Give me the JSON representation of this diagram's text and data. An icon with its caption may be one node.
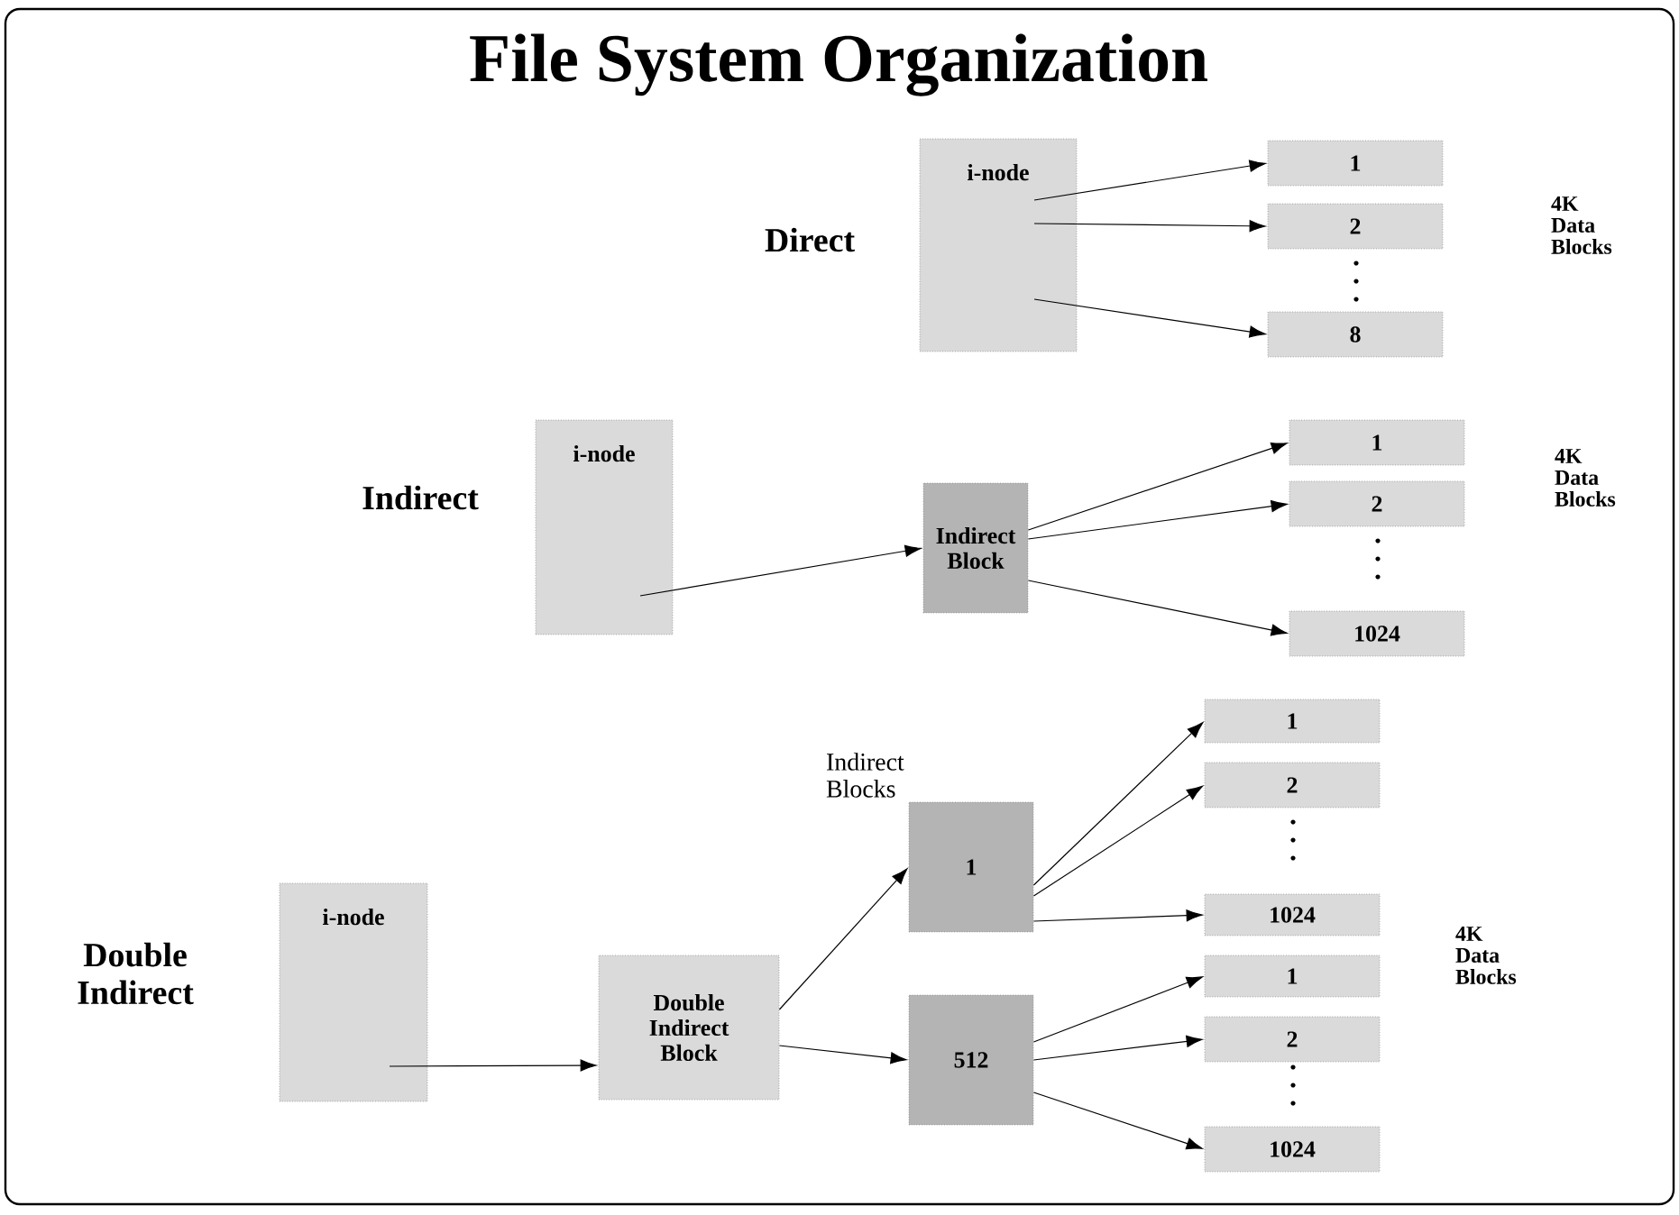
{
  "diagram": {
    "title": "File System Organization",
    "nodes": [
      {
        "text": [
          "i-node"
        ]
      },
      {
        "text": [
          "1"
        ]
      },
      {
        "text": [
          "2"
        ]
      },
      {
        "text": [
          "8"
        ]
      },
      {
        "text": [
          "i-node"
        ]
      },
      {
        "text": [
          "Indirect Block"
        ]
      },
      {
        "text": [
          "1"
        ]
      },
      {
        "text": [
          "2"
        ]
      },
      {
        "text": [
          "1024"
        ]
      },
      {
        "text": [
          "i-node"
        ]
      },
      {
        "text": [
          "Double Indirect Block"
        ]
      },
      {
        "text": [
          "1"
        ]
      },
      {
        "text": [
          "512"
        ]
      },
      {
        "text": [
          "1"
        ]
      },
      {
        "text": [
          "2"
        ]
      },
      {
        "text": [
          "1024"
        ]
      },
      {
        "text": [
          "1"
        ]
      },
      {
        "text": [
          "2"
        ]
      },
      {
        "text": [
          "1024"
        ]
      }
    ],
    "edges": [
      {
        "from": 0,
        "to": 1,
        "arrow": "to"
      },
      {
        "from": 0,
        "to": 2,
        "arrow": "to"
      },
      {
        "from": 0,
        "to": 3,
        "arrow": "to"
      },
      {
        "from": 4,
        "to": 5,
        "arrow": "to"
      },
      {
        "from": 5,
        "to": 6,
        "arrow": "to"
      },
      {
        "from": 5,
        "to": 7,
        "arrow": "to"
      },
      {
        "from": 5,
        "to": 8,
        "arrow": "to"
      },
      {
        "from": 9,
        "to": 10,
        "arrow": "to"
      },
      {
        "from": 10,
        "to": 11,
        "arrow": "to"
      },
      {
        "from": 10,
        "to": 12,
        "arrow": "to"
      },
      {
        "from": 11,
        "to": 13,
        "arrow": "to"
      },
      {
        "from": 11,
        "to": 14,
        "arrow": "to"
      },
      {
        "from": 11,
        "to": 15,
        "arrow": "to"
      },
      {
        "from": 12,
        "to": 16,
        "arrow": "to"
      },
      {
        "from": 12,
        "to": 17,
        "arrow": "to"
      },
      {
        "from": 12,
        "to": 18,
        "arrow": "to"
      }
    ],
    "labels": [
      "Direct",
      "4K Data Blocks",
      "Indirect",
      "4K Data Blocks",
      "Indirect Blocks",
      "Double Indirect",
      "4K Data Blocks"
    ]
  }
}
